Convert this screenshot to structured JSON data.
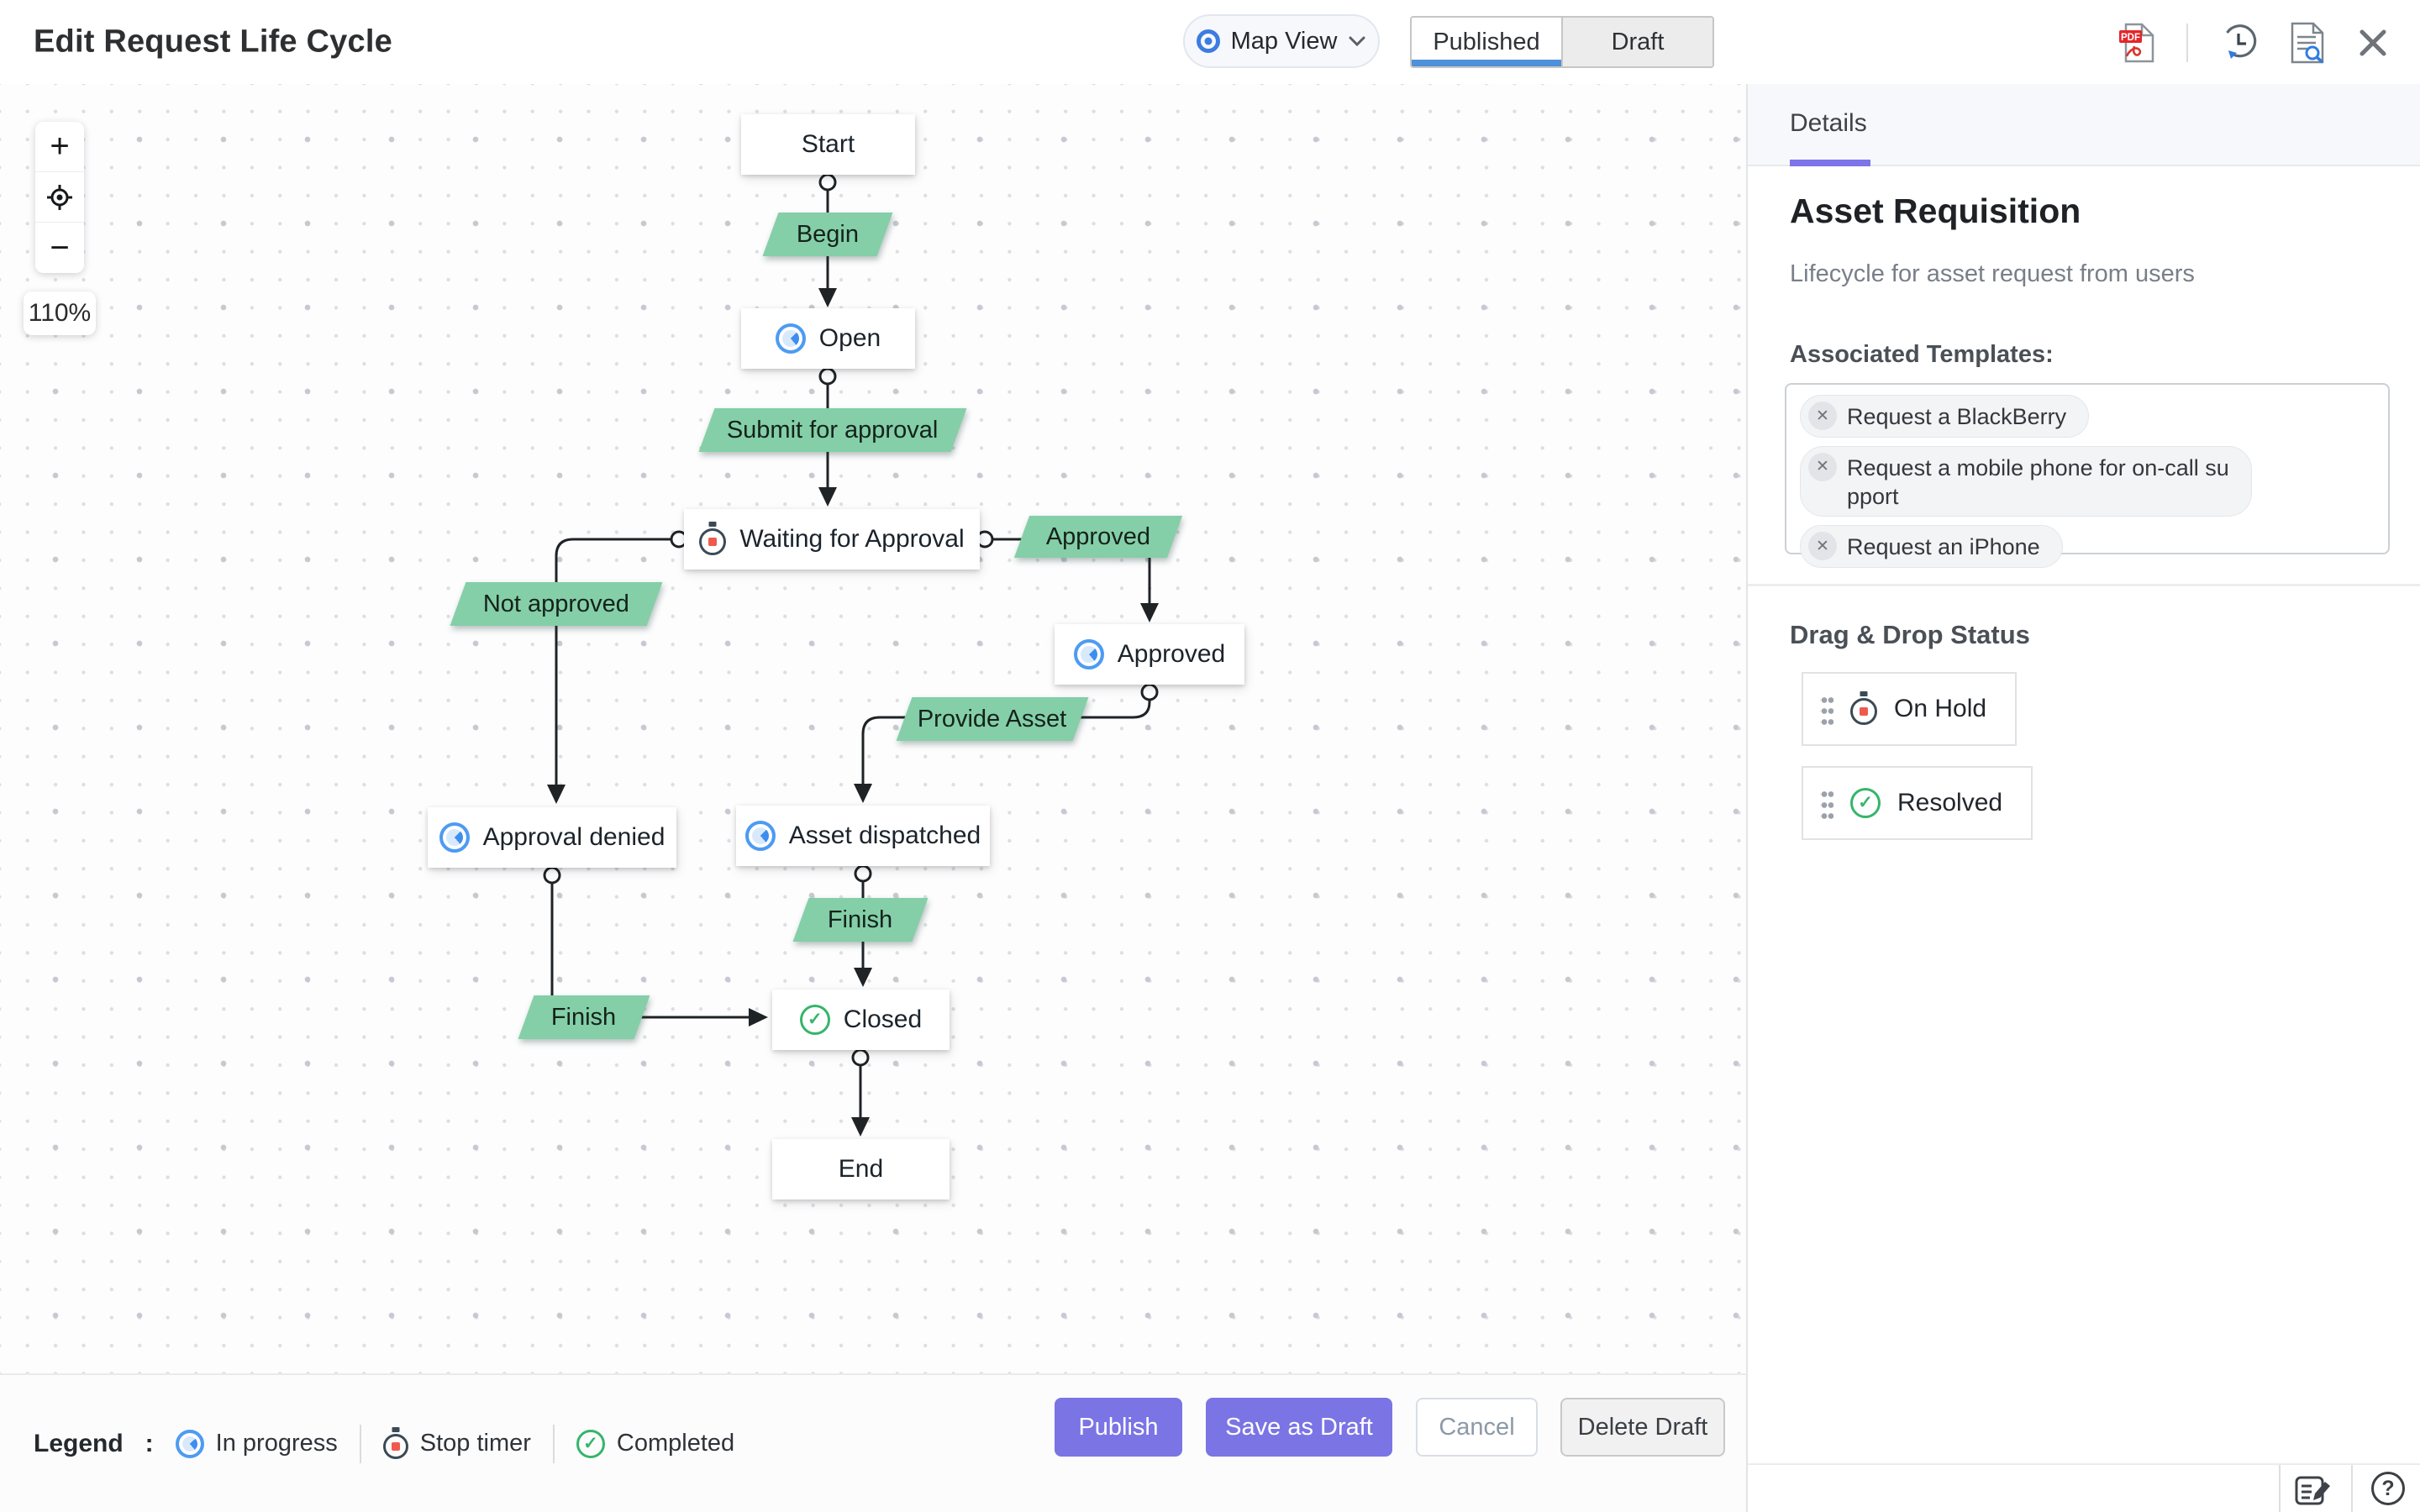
{
  "header": {
    "title": "Edit Request Life Cycle",
    "view_selector": {
      "label": "Map View",
      "icon": "eye-icon"
    },
    "tabs": [
      {
        "label": "Published",
        "active": true
      },
      {
        "label": "Draft",
        "active": false
      }
    ],
    "icons": [
      "pdf-export-icon",
      "history-icon",
      "document-search-icon",
      "close-icon"
    ]
  },
  "canvas": {
    "zoom_in": "+",
    "zoom_out": "−",
    "zoom_level": "110%"
  },
  "flow": {
    "nodes": [
      {
        "label": "Start",
        "icon": "none"
      },
      {
        "label": "Open",
        "icon": "in-progress"
      },
      {
        "label": "Waiting for Approval",
        "icon": "stop-timer"
      },
      {
        "label": "Approved",
        "icon": "in-progress"
      },
      {
        "label": "Approval denied",
        "icon": "in-progress"
      },
      {
        "label": "Asset dispatched",
        "icon": "in-progress"
      },
      {
        "label": "Closed",
        "icon": "completed"
      },
      {
        "label": "End",
        "icon": "none"
      }
    ],
    "transitions": [
      {
        "label": "Begin"
      },
      {
        "label": "Submit for approval"
      },
      {
        "label": "Approved"
      },
      {
        "label": "Not approved"
      },
      {
        "label": "Provide Asset"
      },
      {
        "label": "Finish"
      },
      {
        "label": "Finish"
      }
    ]
  },
  "panel": {
    "tab": "Details",
    "title": "Asset Requisition",
    "subtitle": "Lifecycle for asset request from users",
    "templates_label": "Associated Templates:",
    "templates": [
      "Request a BlackBerry",
      "Request a mobile phone for on-call su\npport",
      "Request an iPhone"
    ],
    "remove_glyph": "✕",
    "drag_drop_label": "Drag & Drop Status",
    "statuses": [
      {
        "label": "On Hold",
        "icon": "stop-timer"
      },
      {
        "label": "Resolved",
        "icon": "completed"
      }
    ],
    "help_glyph": "?"
  },
  "legend": {
    "label": "Legend",
    "separator": ":",
    "items": [
      {
        "label": "In progress",
        "icon": "in-progress"
      },
      {
        "label": "Stop timer",
        "icon": "stop-timer"
      },
      {
        "label": "Completed",
        "icon": "completed"
      }
    ]
  },
  "actions": {
    "publish": "Publish",
    "save_draft": "Save as Draft",
    "cancel": "Cancel",
    "delete_draft": "Delete Draft"
  },
  "colors": {
    "accent_purple": "#7B74E4",
    "transition_green": "#84CFA8",
    "published_underline": "#4E90D9",
    "in_progress_blue": "#3E8EF0",
    "completed_green": "#35B56A",
    "stop_timer_red": "#F0594E"
  }
}
